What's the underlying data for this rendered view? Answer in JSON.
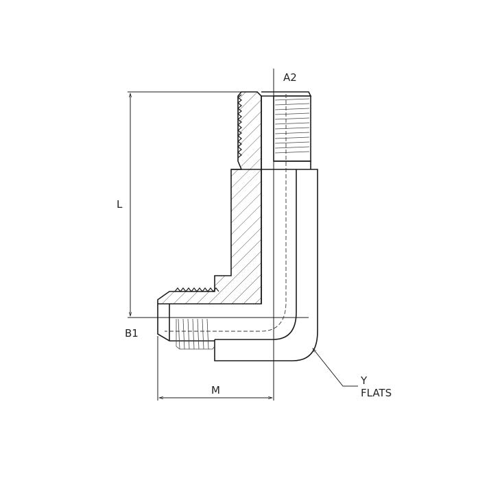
{
  "labels": {
    "port_top": "A2",
    "length": "L",
    "port_side": "B1",
    "offset": "M",
    "flats_y": "Y",
    "flats": "FLATS"
  },
  "colors": {
    "line": "#1a1a1a",
    "background": "#ffffff"
  }
}
